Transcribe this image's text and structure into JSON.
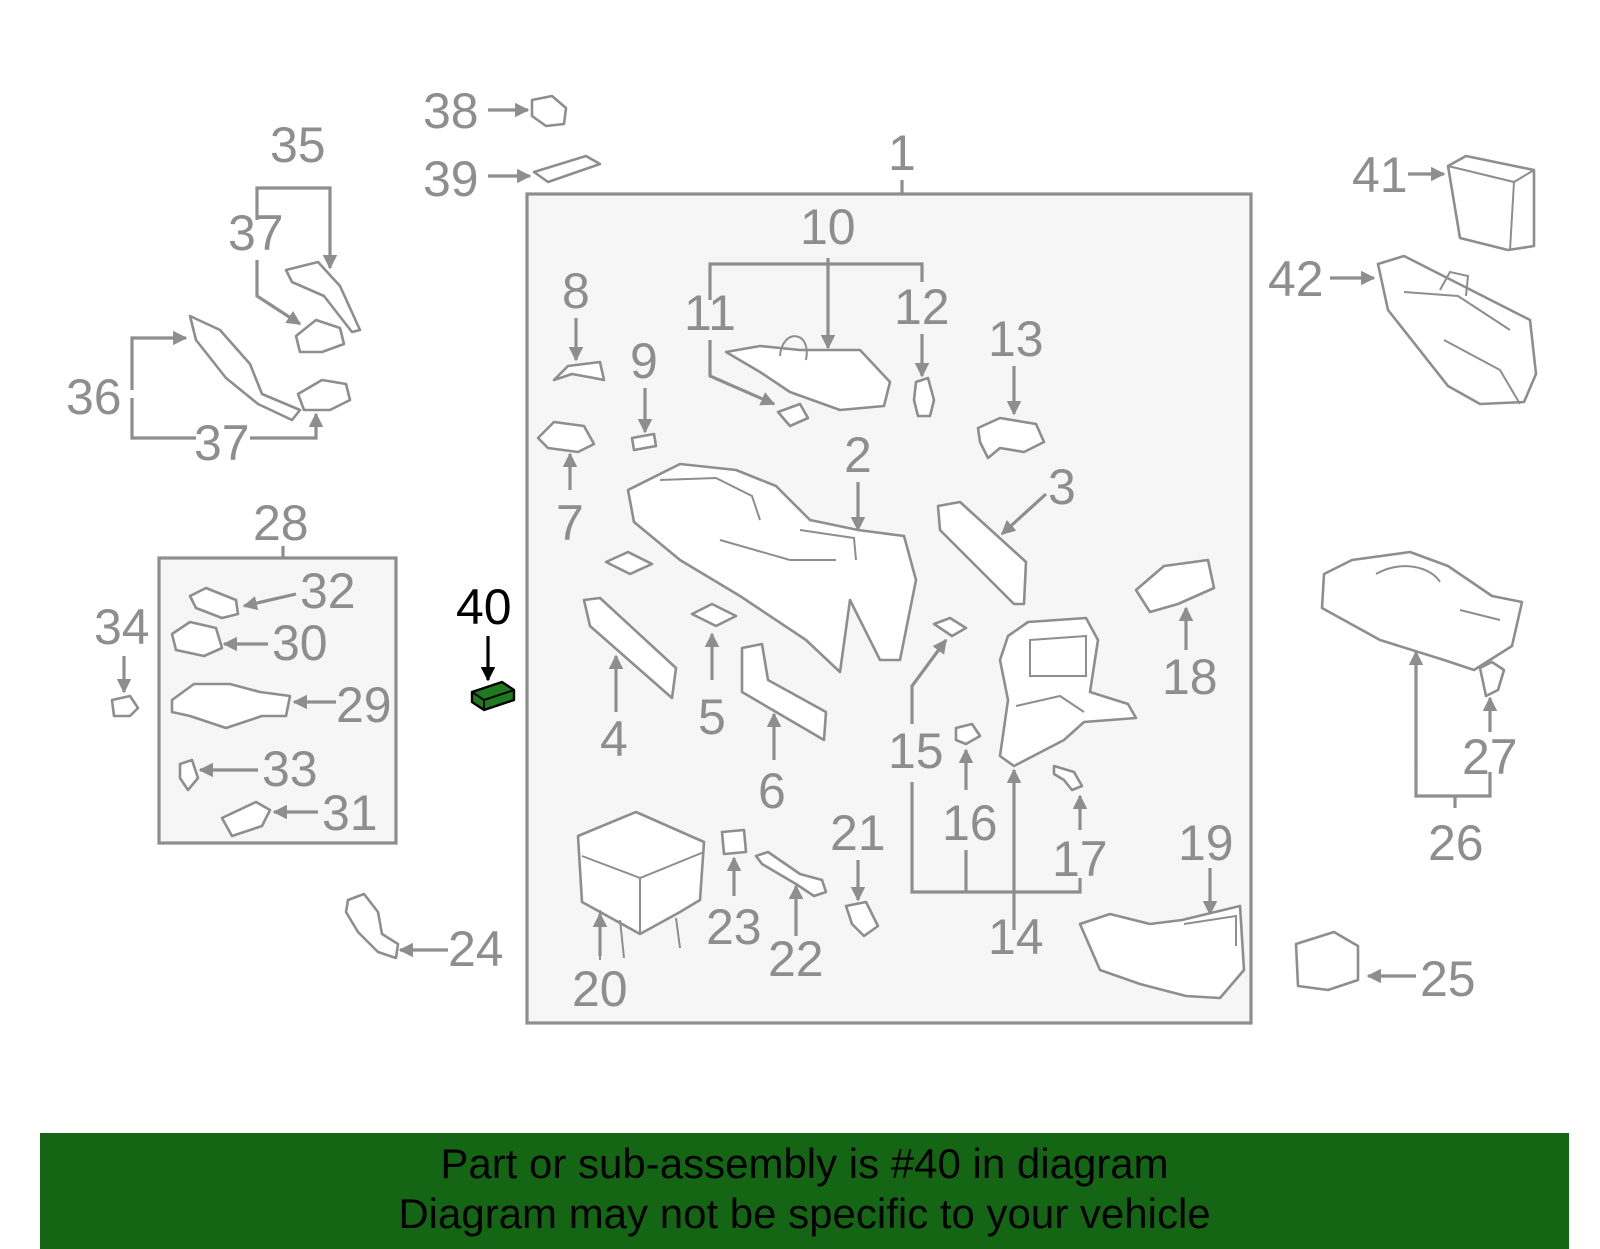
{
  "callouts": {
    "c1": "1",
    "c2": "2",
    "c3": "3",
    "c4": "4",
    "c5": "5",
    "c6": "6",
    "c7": "7",
    "c8": "8",
    "c9": "9",
    "c10": "10",
    "c11": "11",
    "c12": "12",
    "c13": "13",
    "c14": "14",
    "c15": "15",
    "c16": "16",
    "c17": "17",
    "c18": "18",
    "c19": "19",
    "c20": "20",
    "c21": "21",
    "c22": "22",
    "c23": "23",
    "c24": "24",
    "c25": "25",
    "c26": "26",
    "c27": "27",
    "c28": "28",
    "c29": "29",
    "c30": "30",
    "c31": "31",
    "c32": "32",
    "c33": "33",
    "c34": "34",
    "c35": "35",
    "c36": "36",
    "c37a": "37",
    "c37b": "37",
    "c38": "38",
    "c39": "39",
    "c40": "40",
    "c41": "41",
    "c42": "42"
  },
  "highlighted_part": "40",
  "colors": {
    "line_gray": "#8e8e8e",
    "highlight_green": "#146614",
    "part_40_fill": "#1f7a1f",
    "box_fill": "#f6f6f6"
  },
  "banner": {
    "line1": "Part or sub-assembly is #40 in diagram",
    "line2": "Diagram may not be specific to your vehicle"
  }
}
